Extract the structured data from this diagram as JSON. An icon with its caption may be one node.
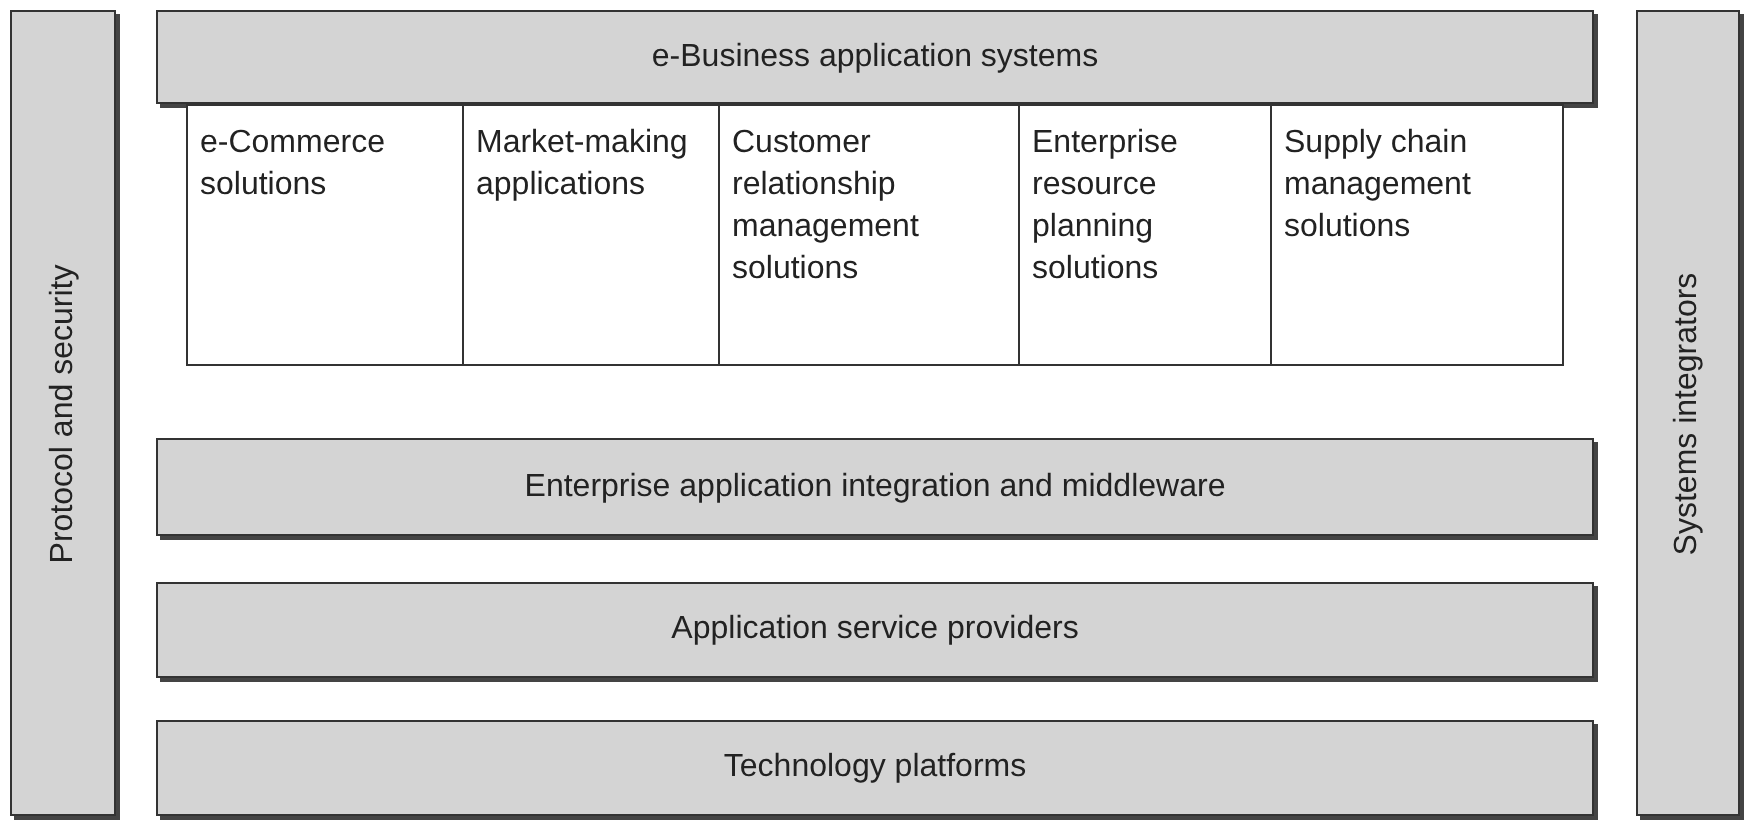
{
  "diagram": {
    "nodes": [
      {
        "text": [
          "Protocol and security"
        ]
      },
      {
        "text": [
          "e-Business application systems"
        ]
      },
      {
        "text": [
          "e-Commerce solutions"
        ]
      },
      {
        "text": [
          "Market-making applications"
        ]
      },
      {
        "text": [
          "Customer relationship management solutions"
        ]
      },
      {
        "text": [
          "Enterprise resource planning solutions"
        ]
      },
      {
        "text": [
          "Supply chain management solutions"
        ]
      },
      {
        "text": [
          "Enterprise application integration and middleware"
        ]
      },
      {
        "text": [
          "Application service providers"
        ]
      },
      {
        "text": [
          "Technology platforms"
        ]
      },
      {
        "text": [
          "Systems integrators"
        ]
      }
    ]
  }
}
